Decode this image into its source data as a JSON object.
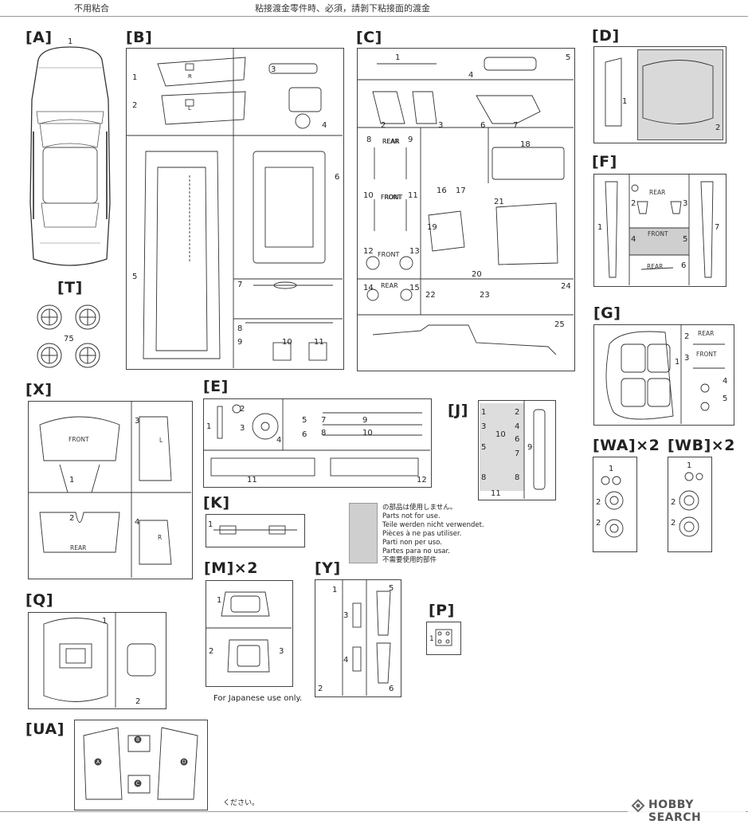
{
  "header": {
    "left_note": "不用粘合",
    "center_note": "粘接渡金零件時、必須，請剝下粘接面的渡金"
  },
  "labels": {
    "A": "[A]",
    "B": "[B]",
    "C": "[C]",
    "D": "[D]",
    "F": "[F]",
    "G": "[G]",
    "T": "[T]",
    "X": "[X]",
    "E": "[E]",
    "J": "[J]",
    "WA": "[WA]×2",
    "WB": "[WB]×2",
    "K": "[K]",
    "M": "[M]×2",
    "Y": "[Y]",
    "P": "[P]",
    "Q": "[Q]",
    "UA": "[UA]"
  },
  "part_marks": {
    "front": "FRONT",
    "rear": "REAR",
    "left": "L",
    "right": "R",
    "t_number": "75"
  },
  "unused_parts_note": [
    "の部品は使用しません。",
    "Parts not for use.",
    "Teile werden nicht verwendet.",
    "Pièces à ne pas utiliser.",
    "Parti non per uso.",
    "Partes para no usar.",
    "不需要使用的部件"
  ],
  "japanese_only_note": "For Japanese use only.",
  "ua_letters": [
    "A",
    "B",
    "C",
    "D"
  ],
  "footer_note": "ください。",
  "watermark": {
    "logo_text": "HOBBY SEARCH",
    "logo_text_parts": [
      "H",
      "BBY SEARCH"
    ]
  }
}
